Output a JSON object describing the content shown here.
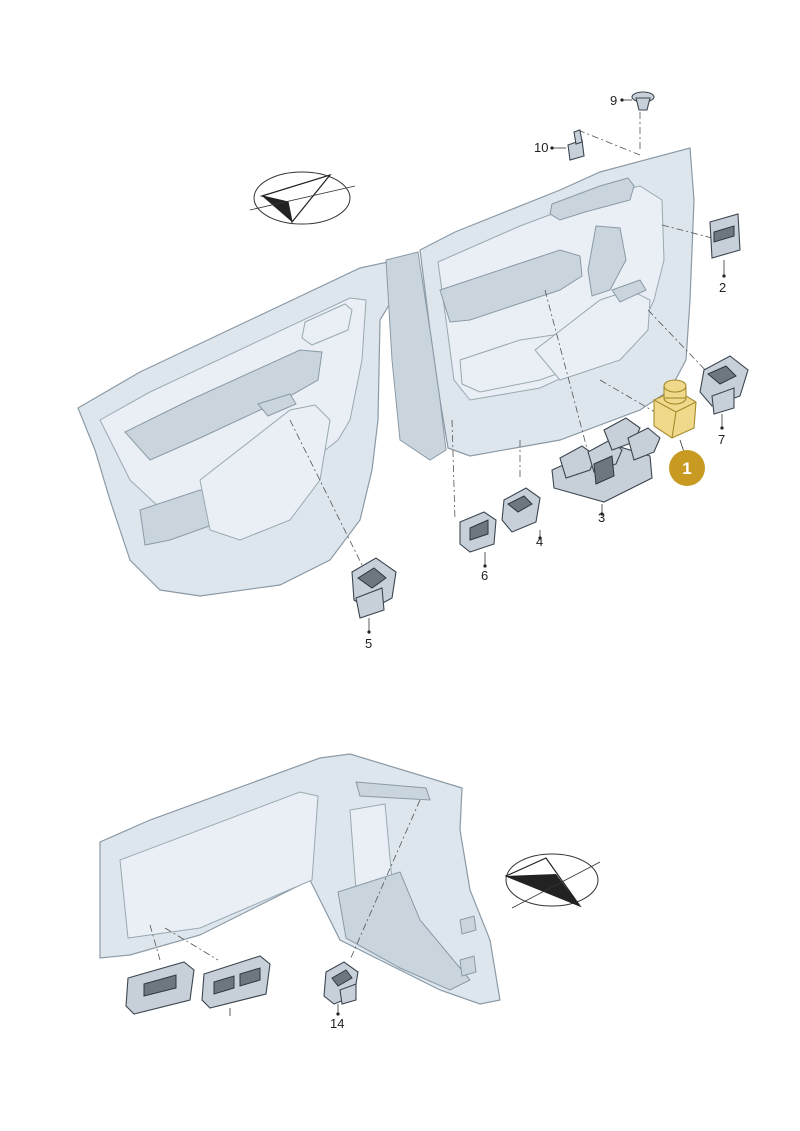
{
  "parts": {
    "p1": "1",
    "p2": "2",
    "p3": "3",
    "p4": "4",
    "p5": "5",
    "p6": "6",
    "p7": "7",
    "p9": "9",
    "p10": "10",
    "p14": "14"
  },
  "colors": {
    "highlight_badge": "#c99a22",
    "highlight_part": "#f0d98a",
    "panel_fill": "#dde6ed",
    "outline": "#3c4650"
  },
  "icons": {
    "top_direction": "arrow-direction-icon",
    "bottom_direction": "arrow-direction-icon"
  }
}
